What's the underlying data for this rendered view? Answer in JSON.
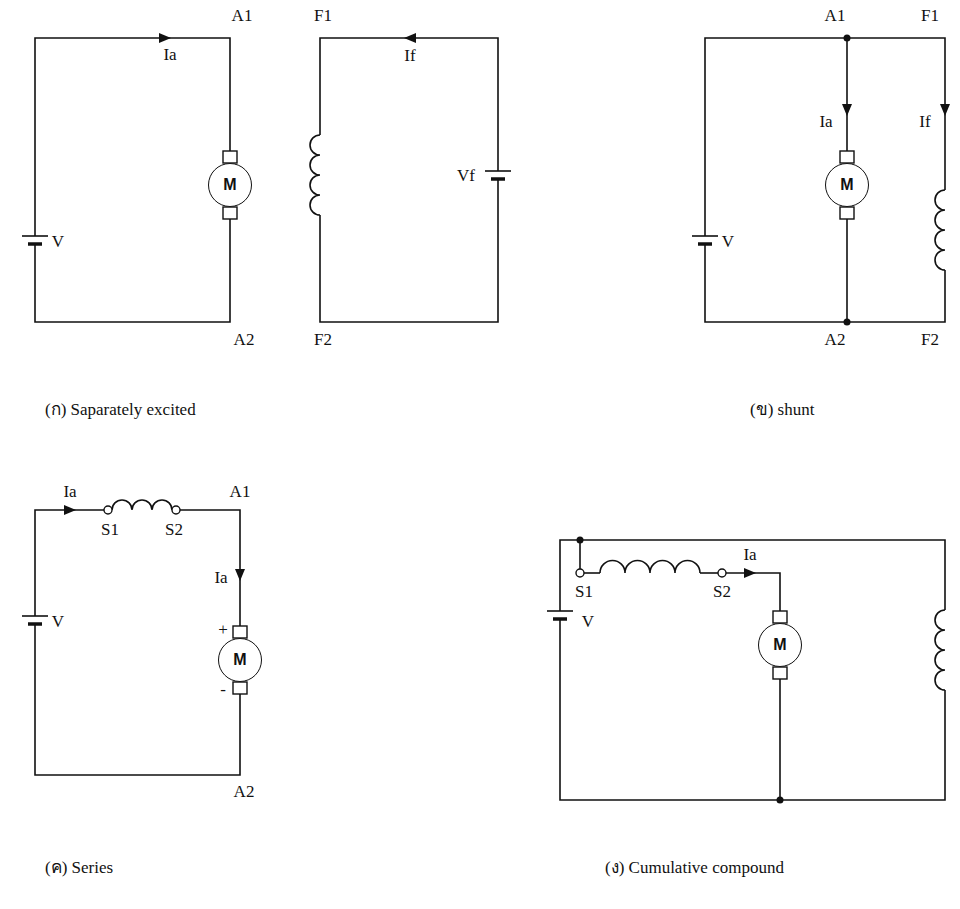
{
  "diagram": {
    "nodes": [
      {
        "text": [
          "M"
        ]
      },
      {
        "text": [
          "M"
        ]
      },
      {
        "text": [
          "M"
        ]
      },
      {
        "text": [
          "M"
        ]
      }
    ],
    "labels": [
      "Ia",
      "A1",
      "V",
      "A2",
      "F1",
      "If",
      "Vf",
      "F2",
      "(ก) Saparately excited",
      "A1",
      "F1",
      "Ia",
      "If",
      "V",
      "A2",
      "F2",
      "(ข) shunt",
      "A1",
      "Ia",
      "S1",
      "S2",
      "Ia",
      "+",
      "-",
      "V",
      "A2",
      "(ค) Series",
      "Ia",
      "S1",
      "S2",
      "V",
      "(ง) Cumulative compound"
    ]
  }
}
